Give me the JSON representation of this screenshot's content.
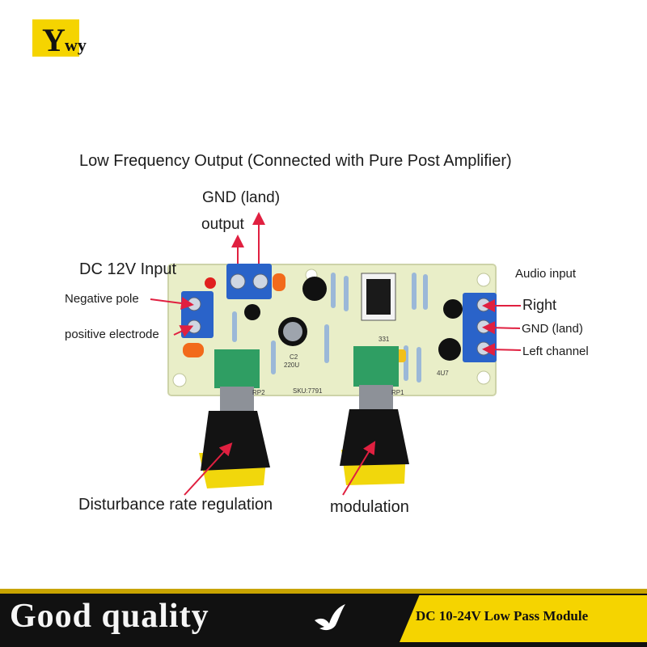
{
  "logo": {
    "letter": "Y",
    "suffix": "wy",
    "color": "#f5d400"
  },
  "labels": {
    "title": "Low Frequency Output (Connected with Pure Post Amplifier)",
    "gnd_land_output": "GND (land)",
    "output": "output",
    "dc_input": "DC 12V Input",
    "negative_pole": "Negative pole",
    "positive_electrode": "positive electrode",
    "audio_input": "Audio input",
    "right": "Right",
    "gnd_land_input": "GND (land)",
    "left_channel": "Left channel",
    "disturbance": "Disturbance rate regulation",
    "modulation": "modulation"
  },
  "board": {
    "silkscreen": {
      "c2": "C2",
      "cap1": "220U",
      "cap2": "4U7",
      "rp2": "RP2",
      "rp1": "RP1",
      "sku": "SKU:7791",
      "ic": "331"
    },
    "pcb_color": "#e9eec8",
    "terminal_color": "#2a63c9",
    "pot_color": "#2f9e63"
  },
  "banner": {
    "slogan": "Good quality",
    "tag": "DC 10-24V Low Pass Module",
    "tag_color": "#f5d400",
    "bird_icon": "dove-icon"
  }
}
